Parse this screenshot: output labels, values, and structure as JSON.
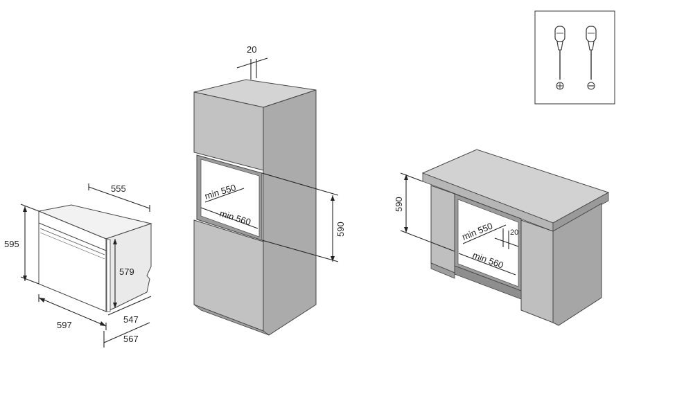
{
  "oven": {
    "width_label": "597",
    "height_label": "595",
    "depth_label": "555",
    "inner_height_label": "579",
    "depth_547_label": "547",
    "depth_567_label": "567"
  },
  "tall_cabinet": {
    "gap_label": "20",
    "niche_depth_label": "min 550",
    "niche_width_label": "min 560",
    "niche_height_label": "590"
  },
  "under_counter": {
    "niche_height_label": "590",
    "niche_depth_label": "min 550",
    "niche_width_label": "min 560",
    "gap_label": "20"
  },
  "tools": {
    "items": [
      "phillips-screwdriver-icon",
      "flat-screwdriver-icon"
    ]
  },
  "colors": {
    "cabinet_front": "#c4c4c4",
    "cabinet_side": "#a9a9a9",
    "cabinet_top": "#d6d6d6",
    "niche_inner": "#9a9a9a",
    "line": "#222222"
  }
}
